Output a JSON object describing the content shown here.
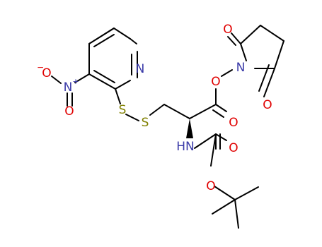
{
  "structure": {
    "atoms": [
      {
        "id": "N_pyridine",
        "element": "N",
        "color": "#3a3aa8"
      },
      {
        "id": "N_nitro",
        "element": "N",
        "charge": "+",
        "color": "#3a3aa8"
      },
      {
        "id": "O_nitro_1",
        "element": "O",
        "charge": "−",
        "color": "#e00000"
      },
      {
        "id": "O_nitro_2",
        "element": "O",
        "color": "#e00000"
      },
      {
        "id": "S_1",
        "element": "S",
        "color": "#808000"
      },
      {
        "id": "S_2",
        "element": "S",
        "color": "#808000"
      },
      {
        "id": "O_ester_carbonyl",
        "element": "O",
        "color": "#e00000"
      },
      {
        "id": "O_ester_link",
        "element": "O",
        "color": "#e00000"
      },
      {
        "id": "N_succinimide",
        "element": "N",
        "color": "#3a3aa8"
      },
      {
        "id": "O_succinimide_top",
        "element": "O",
        "color": "#e00000"
      },
      {
        "id": "O_succinimide_bottom",
        "element": "O",
        "color": "#e00000"
      },
      {
        "id": "NH_amide",
        "element": "HN",
        "color": "#3a3aa8"
      },
      {
        "id": "O_carbamate_carbonyl",
        "element": "O",
        "color": "#e00000"
      },
      {
        "id": "O_carbamate_link",
        "element": "O",
        "color": "#e00000"
      }
    ]
  }
}
